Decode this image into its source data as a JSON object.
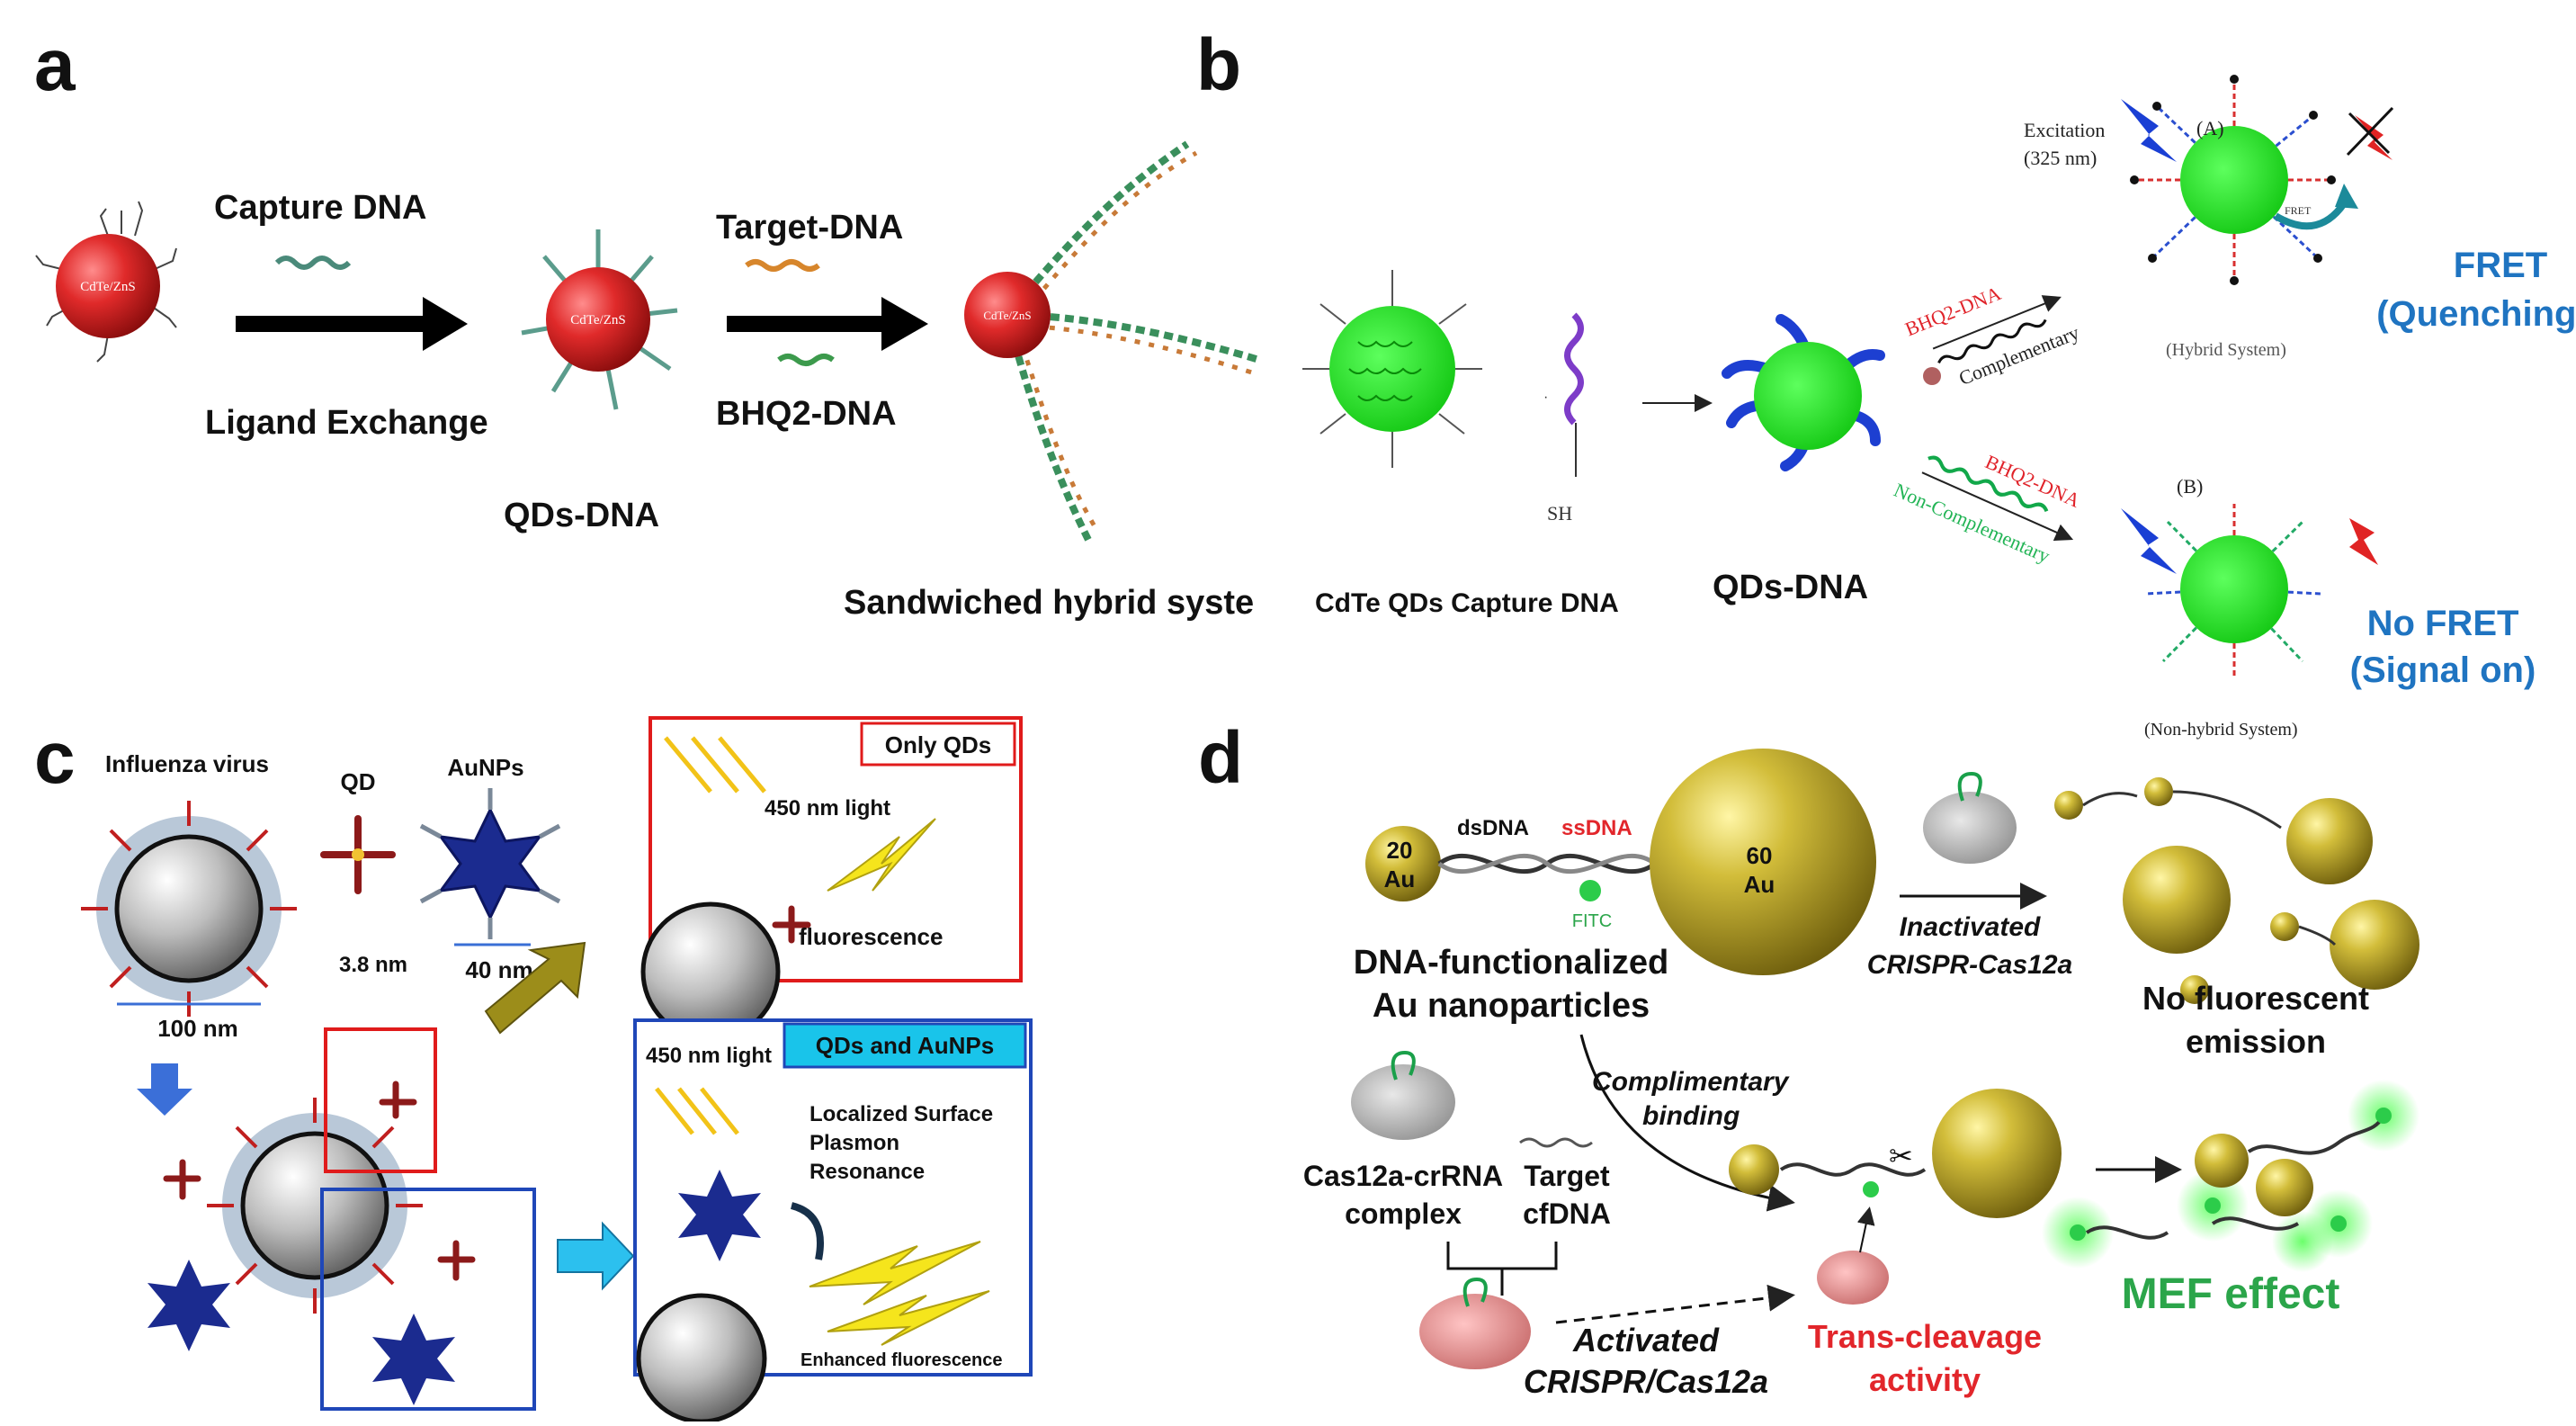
{
  "panels": {
    "a": {
      "letter": "a",
      "qd_core_label": "CdTe/ZnS",
      "capture_dna": "Capture DNA",
      "ligand_exchange": "Ligand Exchange",
      "target_dna": "Target-DNA",
      "bhq2_dna": "BHQ2-DNA",
      "qds_dna": "QDs-DNA",
      "sandwiched": "Sandwiched hybrid syste"
    },
    "b": {
      "letter": "b",
      "cdte_qds_caption": "CdTe QDs Capture DNA",
      "sh": "SH",
      "qds_dna": "QDs-DNA",
      "excitation": "Excitation",
      "excitation_nm": "(325 nm)",
      "label_A": "(A)",
      "label_B": "(B)",
      "fret_small": "FRET",
      "bhq2_top": "BHQ2-DNA",
      "complementary": "Complementary",
      "bhq2_bottom": "BHQ2-DNA",
      "non_complementary": "Non-Complementary",
      "hybrid_system": "(Hybrid System)",
      "non_hybrid_system": "(Non-hybrid System)",
      "fret_line1": "FRET",
      "fret_line2": "(Quenching)",
      "nofret_line1": "No FRET",
      "nofret_line2": "(Signal on)"
    },
    "c": {
      "letter": "c",
      "influenza": "Influenza virus",
      "qd": "QD",
      "aunps": "AuNPs",
      "size_qd": "3.8 nm",
      "size_au": "40 nm",
      "size_virus": "100 nm",
      "only_qds": "Only QDs",
      "light1": "450 nm light",
      "fluorescence": "fluorescence",
      "qds_and_aunps": "QDs and AuNPs",
      "light2": "450 nm light",
      "lspr1": "Localized Surface",
      "lspr2": "Plasmon",
      "lspr3": "Resonance",
      "enhanced": "Enhanced fluorescence"
    },
    "d": {
      "letter": "d",
      "au20_num": "20",
      "au20_sym": "Au",
      "au60_num": "60",
      "au60_sym": "Au",
      "dsdna": "dsDNA",
      "ssdna": "ssDNA",
      "fitc": "FITC",
      "dna_func1": "DNA-functionalized",
      "dna_func2": "Au nanoparticles",
      "inactivated1": "Inactivated",
      "inactivated2": "CRISPR-Cas12a",
      "no_fluor1": "No fluorescent",
      "no_fluor2": "emission",
      "compl1": "Complimentary",
      "compl2": "binding",
      "cas_crrna1": "Cas12a-crRNA",
      "cas_crrna2": "complex",
      "target1": "Target",
      "target2": "cfDNA",
      "activated1": "Activated",
      "activated2": "CRISPR/Cas12a",
      "trans1": "Trans-cleavage",
      "trans2": "activity",
      "mef": "MEF effect"
    }
  },
  "colors": {
    "qd_red": "#d8252a",
    "qd_green": "#19e619",
    "fret_blue": "#1f74c1",
    "box_red": "#e01b1b",
    "box_blue": "#1f47b8",
    "cyan_tab": "#19c4ea",
    "gold": "#b3a12a",
    "mef_green": "#2ba54a",
    "trans_red": "#e2262b"
  }
}
